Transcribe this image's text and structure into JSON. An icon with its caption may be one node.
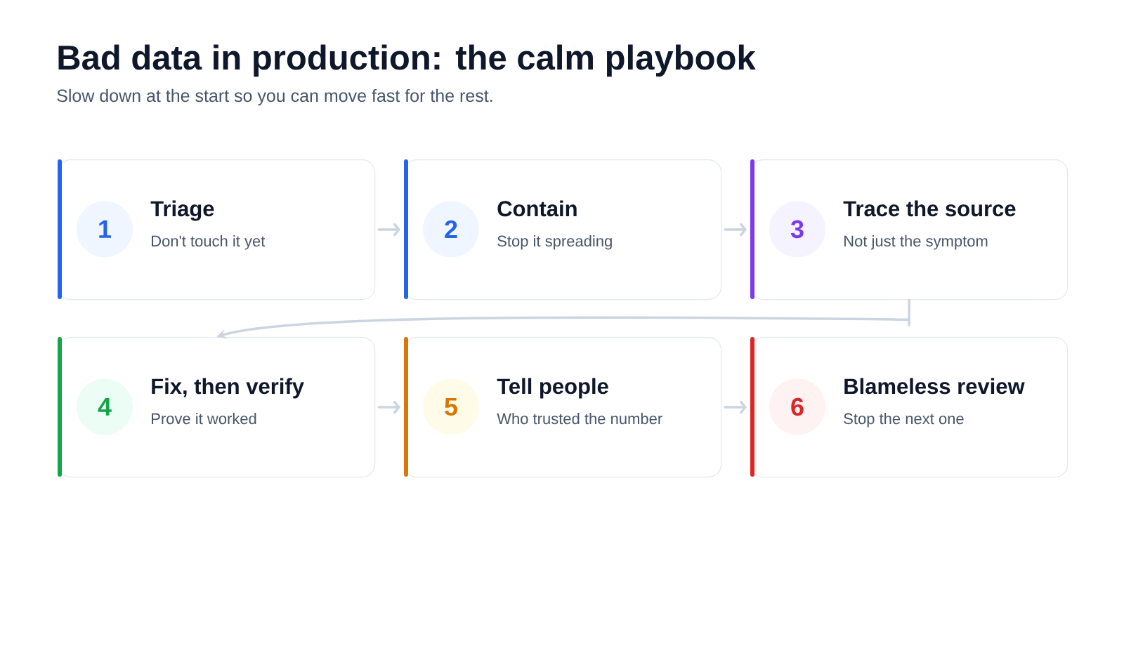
{
  "diagram": {
    "title": "Bad data in production: the calm playbook",
    "nodes": [
      {
        "text": [
          "Triage",
          "Don't touch it yet"
        ]
      },
      {
        "text": [
          "1"
        ],
        "in": 0
      },
      {
        "text": [
          "Contain",
          "Stop it spreading"
        ]
      },
      {
        "text": [
          "2"
        ],
        "in": 2
      },
      {
        "text": [
          "Trace the source",
          "Not just the symptom"
        ]
      },
      {
        "text": [
          "3"
        ],
        "in": 4
      },
      {
        "text": [
          "Fix, then verify",
          "Prove it worked"
        ]
      },
      {
        "text": [
          "4"
        ],
        "in": 6
      },
      {
        "text": [
          "Tell people",
          "Who trusted the number"
        ]
      },
      {
        "text": [
          "5"
        ],
        "in": 8
      },
      {
        "text": [
          "Blameless review",
          "Stop the next one"
        ]
      },
      {
        "text": [
          "6"
        ],
        "in": 10
      }
    ],
    "edges": [
      {
        "from": 0,
        "to": 2,
        "arrow": "to"
      },
      {
        "from": 2,
        "to": 4,
        "arrow": "to"
      },
      {
        "from": 4,
        "to": 6,
        "arrow": "to"
      },
      {
        "from": 6,
        "to": 8,
        "arrow": "to"
      },
      {
        "from": 8,
        "to": 10,
        "arrow": "to"
      }
    ],
    "labels": [
      "Slow down at the start so you can move fast for the rest."
    ]
  }
}
